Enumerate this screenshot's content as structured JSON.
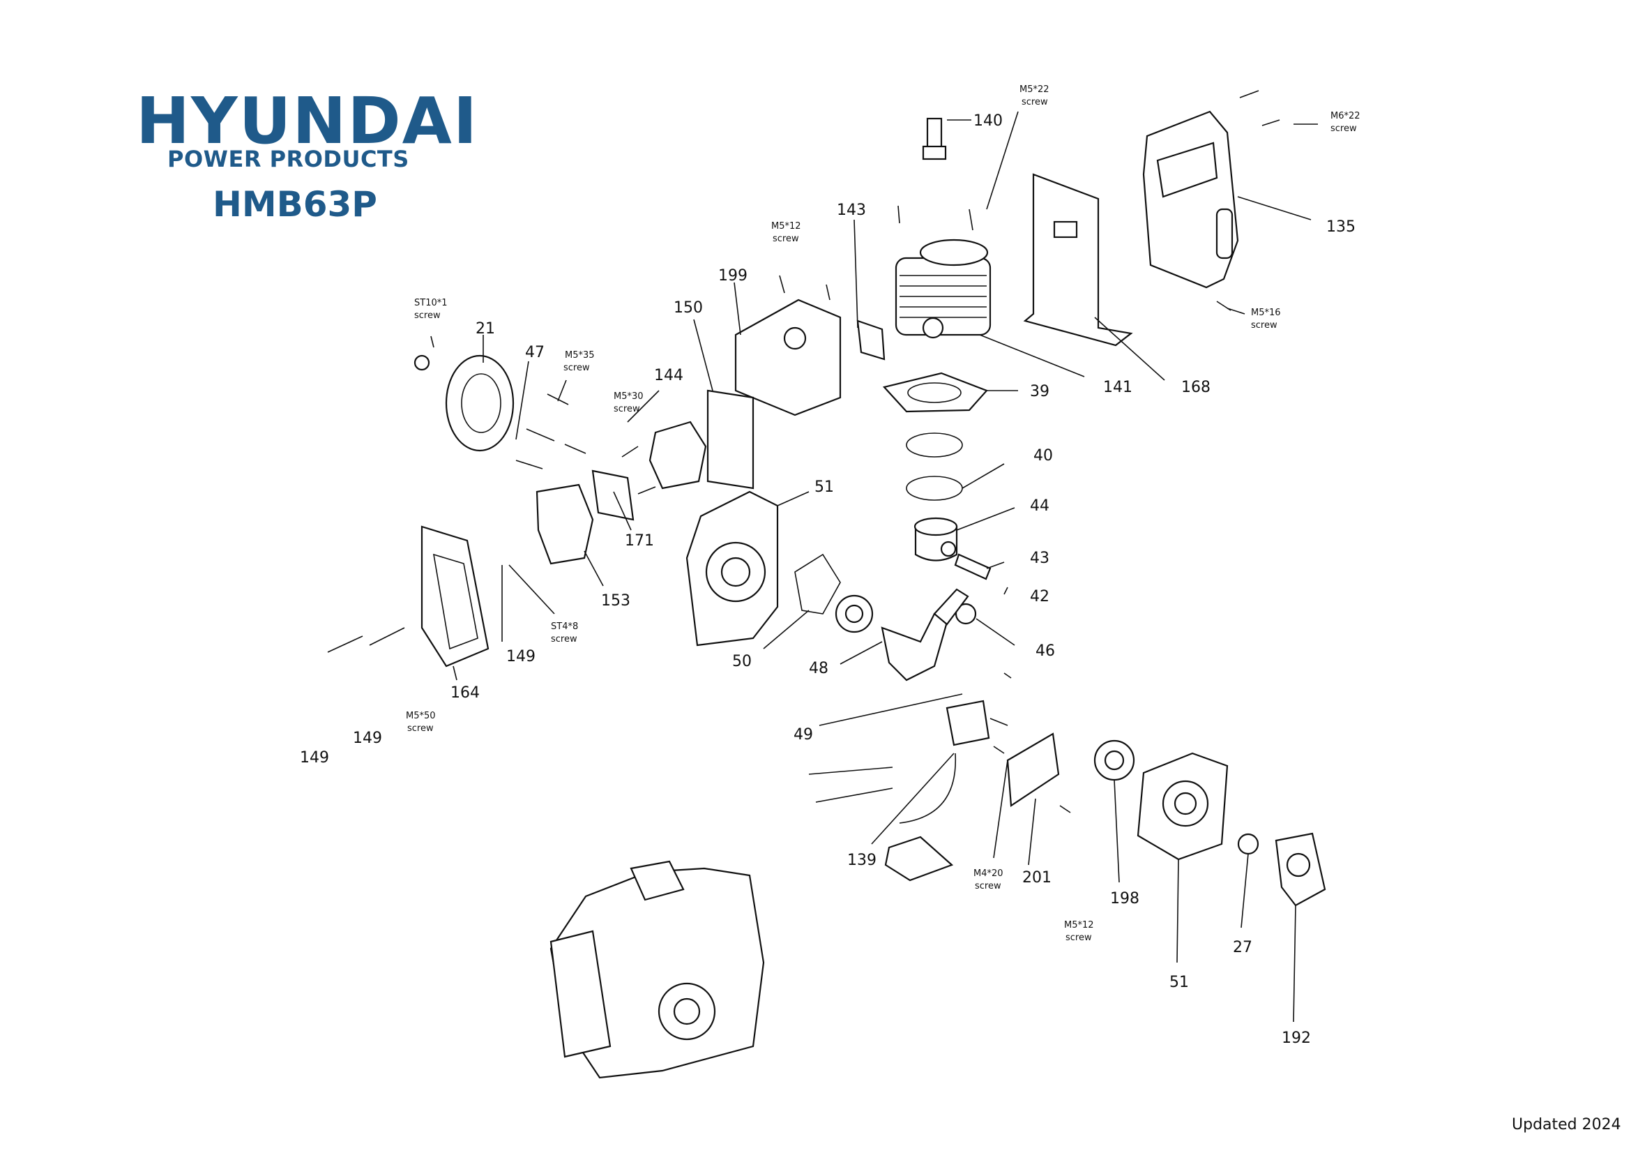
{
  "header": {
    "brand_name": "HYUNDAI",
    "brand_sub": "POWER PRODUCTS",
    "model": "HMB63P"
  },
  "footer": {
    "updated": "Updated 2024"
  },
  "part_labels": [
    {
      "id": "140",
      "text": "140"
    },
    {
      "id": "143",
      "text": "143"
    },
    {
      "id": "199",
      "text": "199"
    },
    {
      "id": "150",
      "text": "150"
    },
    {
      "id": "21",
      "text": "21"
    },
    {
      "id": "47",
      "text": "47"
    },
    {
      "id": "144",
      "text": "144"
    },
    {
      "id": "135",
      "text": "135"
    },
    {
      "id": "141",
      "text": "141"
    },
    {
      "id": "168",
      "text": "168"
    },
    {
      "id": "39",
      "text": "39"
    },
    {
      "id": "40",
      "text": "40"
    },
    {
      "id": "44",
      "text": "44"
    },
    {
      "id": "43",
      "text": "43"
    },
    {
      "id": "42",
      "text": "42"
    },
    {
      "id": "46",
      "text": "46"
    },
    {
      "id": "51a",
      "text": "51"
    },
    {
      "id": "171",
      "text": "171"
    },
    {
      "id": "153",
      "text": "153"
    },
    {
      "id": "149a",
      "text": "149"
    },
    {
      "id": "164",
      "text": "164"
    },
    {
      "id": "149b",
      "text": "149"
    },
    {
      "id": "149c",
      "text": "149"
    },
    {
      "id": "50",
      "text": "50"
    },
    {
      "id": "48",
      "text": "48"
    },
    {
      "id": "49",
      "text": "49"
    },
    {
      "id": "139",
      "text": "139"
    },
    {
      "id": "201",
      "text": "201"
    },
    {
      "id": "198",
      "text": "198"
    },
    {
      "id": "51b",
      "text": "51"
    },
    {
      "id": "27",
      "text": "27"
    },
    {
      "id": "192",
      "text": "192"
    }
  ],
  "screw_labels": [
    {
      "id": "m5x22",
      "size": "M5*22",
      "word": "screw"
    },
    {
      "id": "m6x22",
      "size": "M6*22",
      "word": "screw"
    },
    {
      "id": "m5x12a",
      "size": "M5*12",
      "word": "screw"
    },
    {
      "id": "st10x1",
      "size": "ST10*1",
      "word": "screw"
    },
    {
      "id": "m5x35",
      "size": "M5*35",
      "word": "screw"
    },
    {
      "id": "m5x30",
      "size": "M5*30",
      "word": "screw"
    },
    {
      "id": "m5x16",
      "size": "M5*16",
      "word": "screw"
    },
    {
      "id": "st4x8",
      "size": "ST4*8",
      "word": "screw"
    },
    {
      "id": "m5x50",
      "size": "M5*50",
      "word": "screw"
    },
    {
      "id": "m4x20",
      "size": "M4*20",
      "word": "screw"
    },
    {
      "id": "m5x12b",
      "size": "M5*12",
      "word": "screw"
    }
  ]
}
